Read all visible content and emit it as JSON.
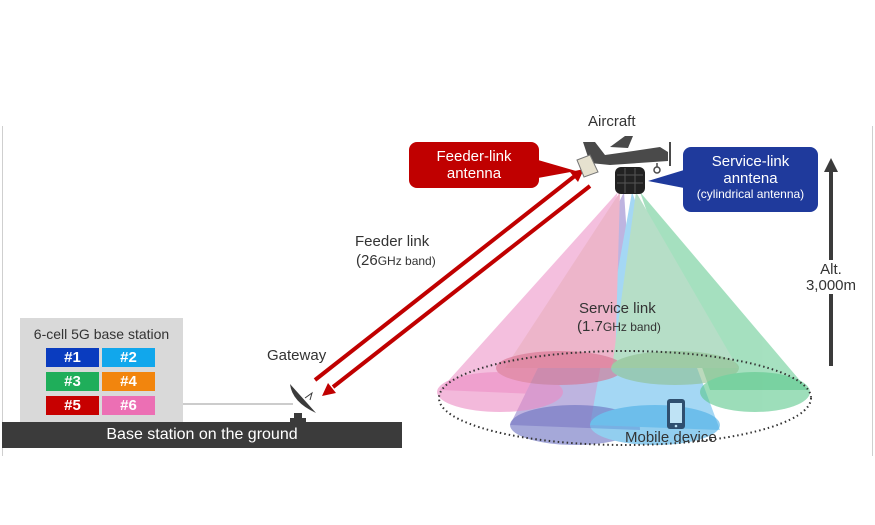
{
  "diagram": {
    "aircraft_label": "Aircraft",
    "feeder_antenna_callout": [
      "Feeder-link",
      "antenna"
    ],
    "service_antenna_callout": [
      "Service-link",
      "anntena",
      "(cylindrical antenna)"
    ],
    "feeder_link_label": "Feeder link",
    "feeder_link_band_prefix": "(26",
    "feeder_link_band_unit": "GHz band)",
    "service_link_label": "Service link",
    "service_link_band_prefix": "(1.7",
    "service_link_band_unit": "GHz band)",
    "altitude_label": [
      "Alt.",
      "3,000m"
    ],
    "gateway_label": "Gateway",
    "mobile_device_label": "Mobile device",
    "ground_label": "Base station on the ground",
    "base_station": {
      "title": "6-cell 5G base station",
      "cells": [
        {
          "label": "#1",
          "color": "#0a3cbf"
        },
        {
          "label": "#2",
          "color": "#11a7ec"
        },
        {
          "label": "#3",
          "color": "#1fae5a"
        },
        {
          "label": "#4",
          "color": "#f2850d"
        },
        {
          "label": "#5",
          "color": "#c70000"
        },
        {
          "label": "#6",
          "color": "#ec6fb4"
        }
      ]
    },
    "colors": {
      "feeder_link": "#c00000",
      "service_callout": "#1f3a9c",
      "ground": "#3b3b3b",
      "beam_pink": "#ec8cc4",
      "beam_purple": "#8a78c8",
      "beam_blue": "#5ab8ec",
      "beam_green": "#5cc88c"
    }
  }
}
